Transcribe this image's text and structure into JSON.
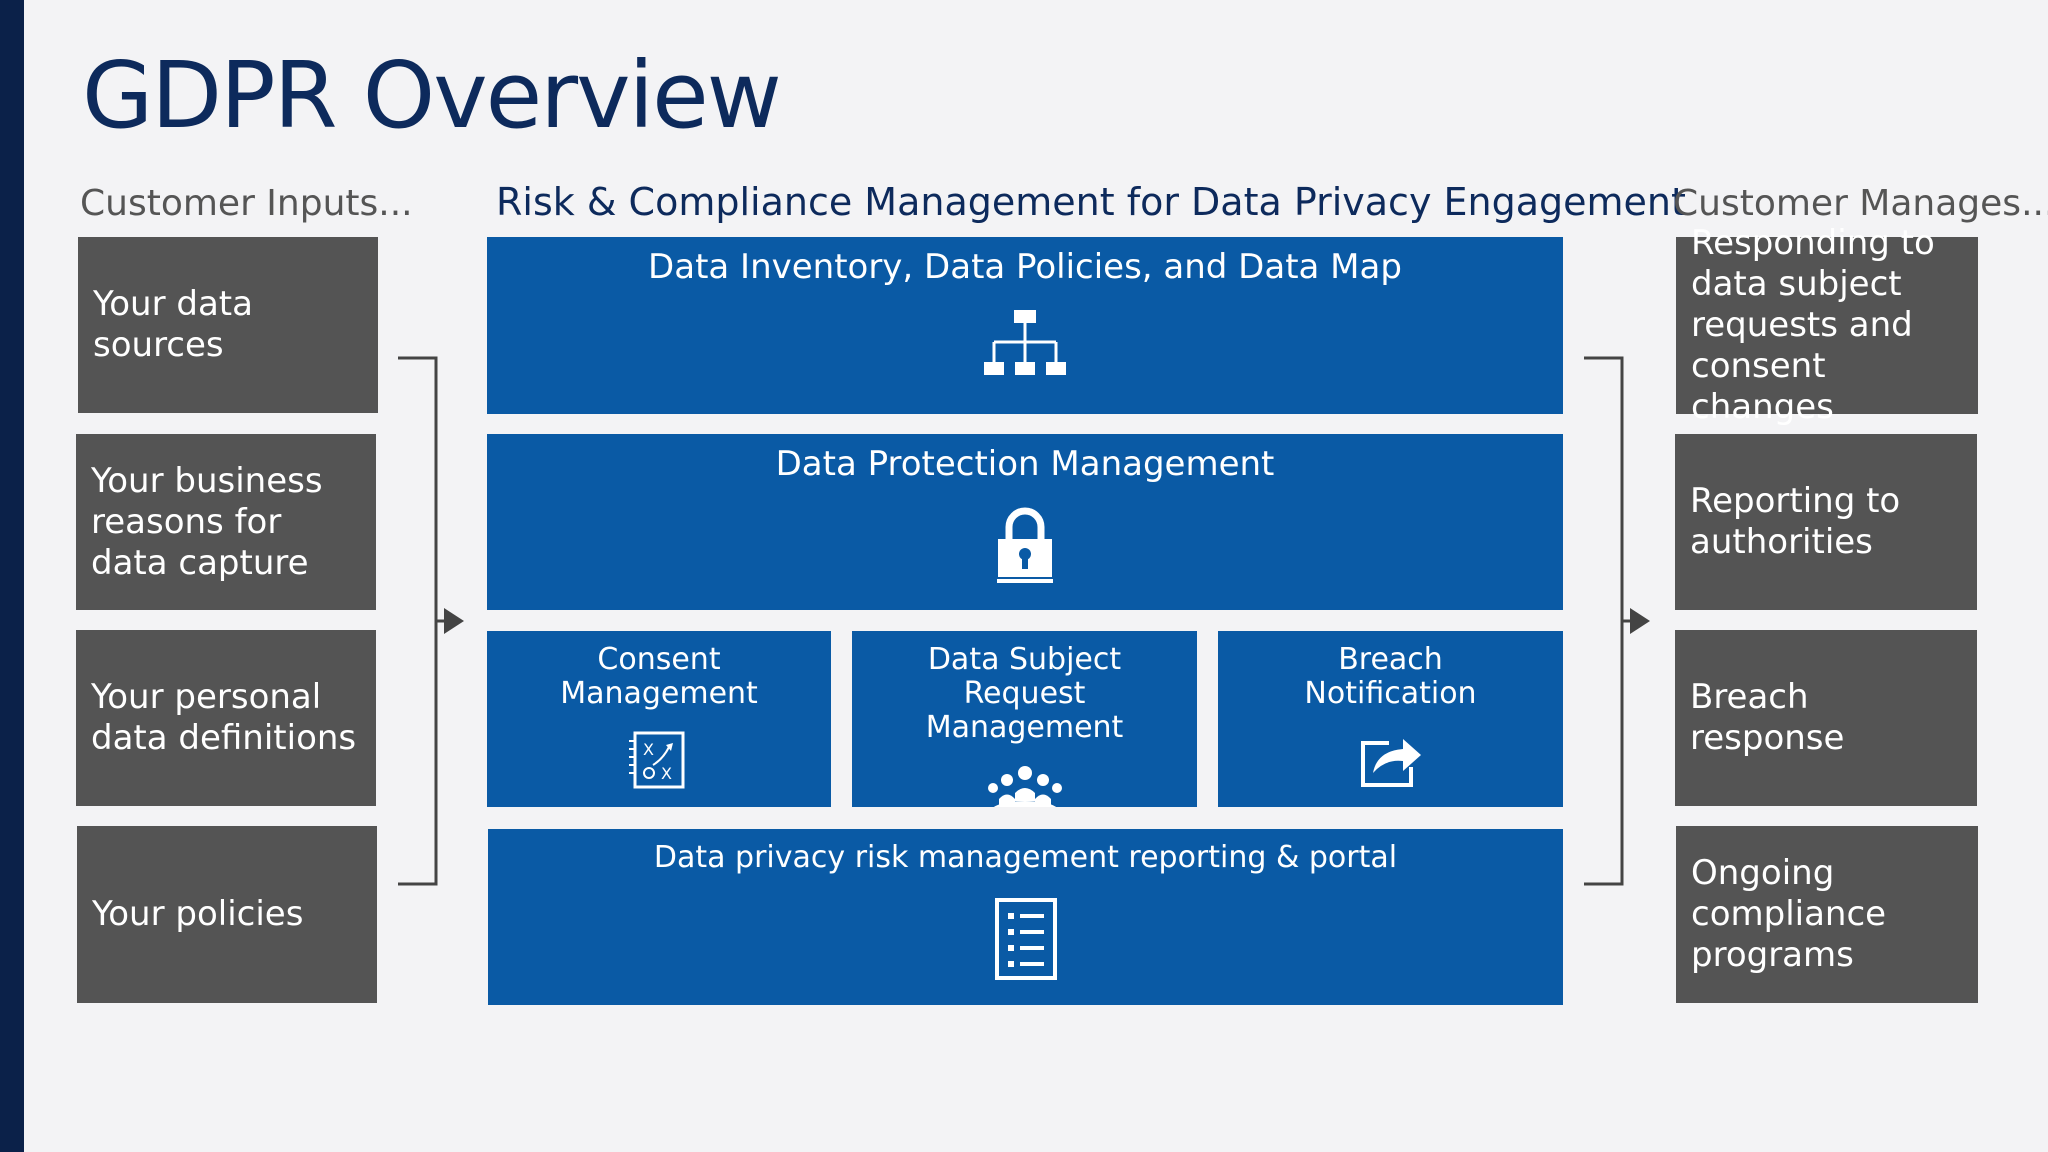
{
  "title": "GDPR Overview",
  "accent_color": "#0a5aa5",
  "box_color": "#545454",
  "left_column": {
    "heading": "Customer Inputs...",
    "items": [
      "Your data sources",
      "Your business reasons for data capture",
      "Your personal data definitions",
      "Your policies"
    ]
  },
  "center": {
    "heading": "Risk & Compliance Management for Data Privacy Engagement",
    "inventory": {
      "label": "Data Inventory, Data Policies, and Data Map",
      "icon": "org-chart-icon"
    },
    "protection": {
      "label": "Data Protection Management",
      "icon": "padlock-icon"
    },
    "consent": {
      "label": "Consent Management",
      "icon": "strategy-icon"
    },
    "dsr": {
      "label": "Data Subject Request Management",
      "icon": "people-icon"
    },
    "breach": {
      "label": "Breach Notification",
      "icon": "share-icon"
    },
    "reporting": {
      "label": "Data privacy risk management reporting & portal",
      "icon": "checklist-icon"
    }
  },
  "right_column": {
    "heading": "Customer Manages...",
    "items": [
      "Responding to data subject requests and consent changes",
      "Reporting to authorities",
      "Breach response",
      "Ongoing compliance programs"
    ]
  }
}
